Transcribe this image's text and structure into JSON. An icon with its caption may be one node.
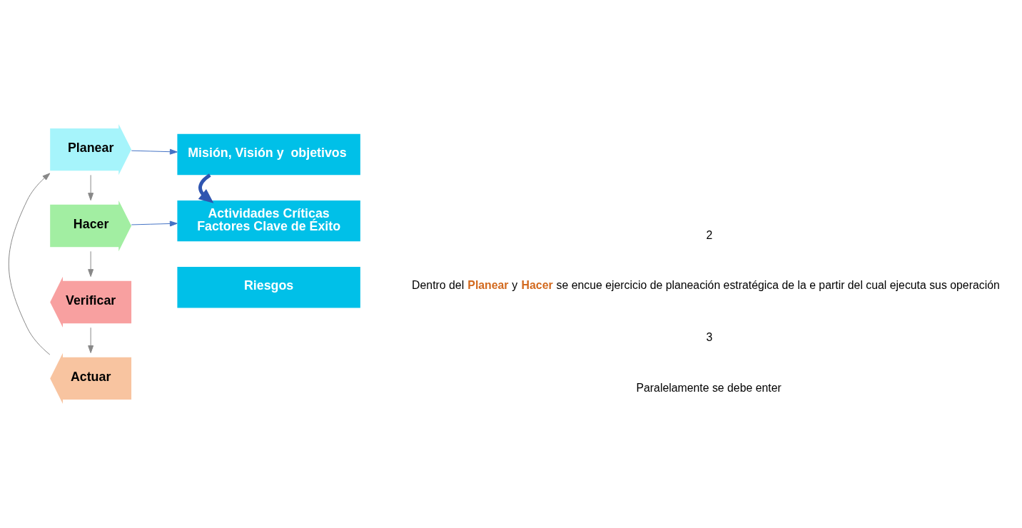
{
  "diagram": {
    "nodes": [
      {
        "text": [
          "Planear"
        ]
      },
      {
        "text": [
          "Hacer"
        ]
      },
      {
        "text": [
          "Verificar"
        ]
      },
      {
        "text": [
          "Actuar"
        ]
      },
      {
        "text": [
          "Misión, Visión y  objetivos"
        ]
      },
      {
        "text": [
          "Actividades Críticas",
          "Factores Clave de Éxito"
        ]
      },
      {
        "text": [
          "Riesgos"
        ]
      }
    ],
    "edges": [
      {
        "from": 0,
        "to": 1,
        "arrow": "to"
      },
      {
        "from": 1,
        "to": 2,
        "arrow": "to"
      },
      {
        "from": 2,
        "to": 3,
        "arrow": "to"
      },
      {
        "from": 3,
        "to": 0,
        "arrow": "to"
      },
      {
        "from": 0,
        "to": 4,
        "arrow": "to",
        "color": "#4472c4"
      },
      {
        "from": 1,
        "to": 5,
        "arrow": "to",
        "color": "#4472c4"
      },
      {
        "from": 4,
        "to": 5,
        "arrow": "to",
        "style": "thick",
        "color": "#2f55b0"
      }
    ],
    "labels": [
      "2",
      "Dentro del **Planear** y **Hacer** se encue ejercicio de planeación estratégica de la e partir del cual ejecuta sus operación",
      "3",
      "Paralelamente se debe enter"
    ]
  }
}
